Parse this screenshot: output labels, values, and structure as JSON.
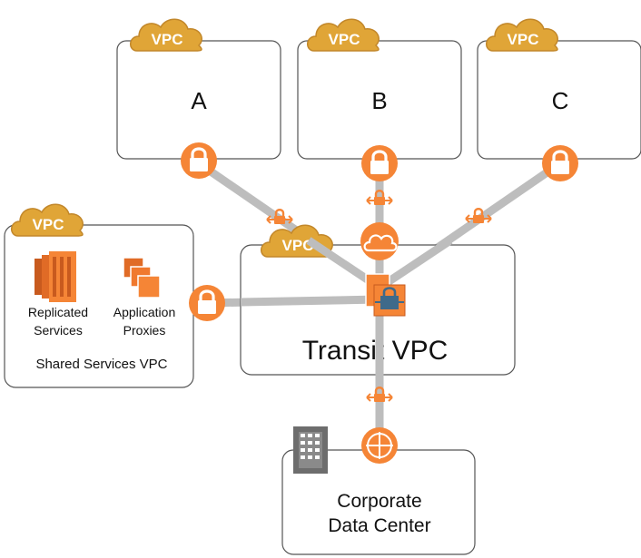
{
  "colors": {
    "aws_orange": "#F58536",
    "vpc_badge": "#E0A537",
    "vpc_badge_dark": "#C2872A",
    "connector_gray": "#BDBDBD",
    "router_blue": "#3F6A8A",
    "building_gray": "#6D6D6D",
    "box_border": "#555555"
  },
  "icons": {
    "lock": "lock-icon",
    "vpc_cloud": "vpc-cloud-badge-icon",
    "vpn_gateway": "vpn-gateway-icon",
    "router": "router-icon",
    "building": "corporate-building-icon",
    "ec2": "ec2-instances-icon"
  },
  "badge_text": "VPC",
  "vpcs": [
    {
      "id": "a",
      "label": "A"
    },
    {
      "id": "b",
      "label": "B"
    },
    {
      "id": "c",
      "label": "C"
    }
  ],
  "shared_services": {
    "title": "Shared Services VPC",
    "replicated": [
      "Replicated",
      "Services"
    ],
    "proxies": [
      "Application",
      "Proxies"
    ]
  },
  "transit": {
    "title": "Transit VPC"
  },
  "data_center": {
    "line1": "Corporate",
    "line2": "Data Center"
  }
}
